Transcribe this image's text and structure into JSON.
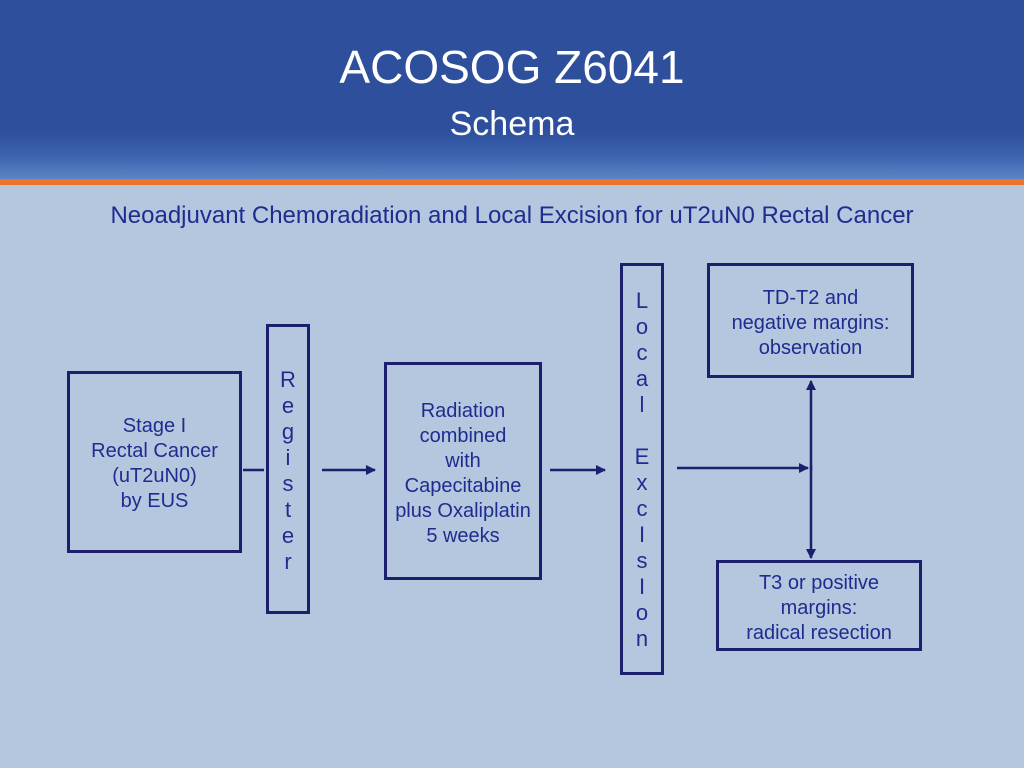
{
  "header": {
    "title": "ACOSOG Z6041",
    "subtitle": "Schema"
  },
  "diagram": {
    "heading": "Neoadjuvant Chemoradiation and Local Excision for uT2uN0 Rectal Cancer",
    "nodes": {
      "stage": [
        "Stage I",
        "Rectal Cancer",
        "(uT2uN0)",
        "by EUS"
      ],
      "register": [
        "R",
        "e",
        "g",
        "i",
        "s",
        "t",
        "e",
        "r"
      ],
      "treatment": [
        "Radiation",
        "combined",
        "with",
        "Capecitabine",
        "plus Oxaliplatin",
        "5 weeks"
      ],
      "local_excision": [
        "L",
        "o",
        "c",
        "a",
        "l",
        "",
        "E",
        "x",
        "c",
        "I",
        "s",
        "I",
        "o",
        "n"
      ],
      "observation": [
        "TD-T2 and",
        "negative margins:",
        "observation"
      ],
      "resection": [
        "T3 or positive",
        "margins:",
        "radical resection"
      ]
    },
    "edges": [
      {
        "from": "stage",
        "to": "register"
      },
      {
        "from": "register",
        "to": "treatment"
      },
      {
        "from": "treatment",
        "to": "local_excision"
      },
      {
        "from": "local_excision",
        "to": "branch"
      },
      {
        "from": "branch",
        "to": "observation"
      },
      {
        "from": "branch",
        "to": "resection"
      }
    ]
  }
}
